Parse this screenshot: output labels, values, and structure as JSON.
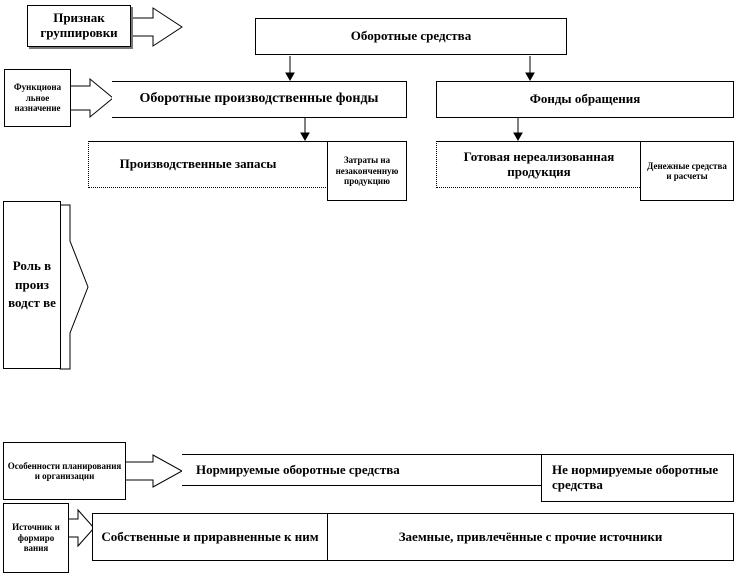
{
  "criteria": {
    "grouping": "Признак группировки",
    "function": "Функциона льное назначение",
    "role": "Роль в произ водст ве",
    "planning": "Особенности планирования и организации",
    "sources": "Источник и формиро вания"
  },
  "nodes": {
    "working_capital": "Оборотные средства",
    "production_funds": "Оборотные производственные фонды",
    "circulation_funds": "Фонды обращения",
    "production_stocks": "Производственные запасы",
    "wip_costs": "Затраты на незаконченную продукцию",
    "finished_goods": "Готовая нереализованная продукция",
    "cash": "Денежные средства и расчеты",
    "normalized": "Нормируемые оборотные средства",
    "non_normalized": "Не нормируемые оборотные средства",
    "own": "Собственные и приравненные к ним",
    "borrowed": "Заемные, привлечённые с прочие источники"
  }
}
